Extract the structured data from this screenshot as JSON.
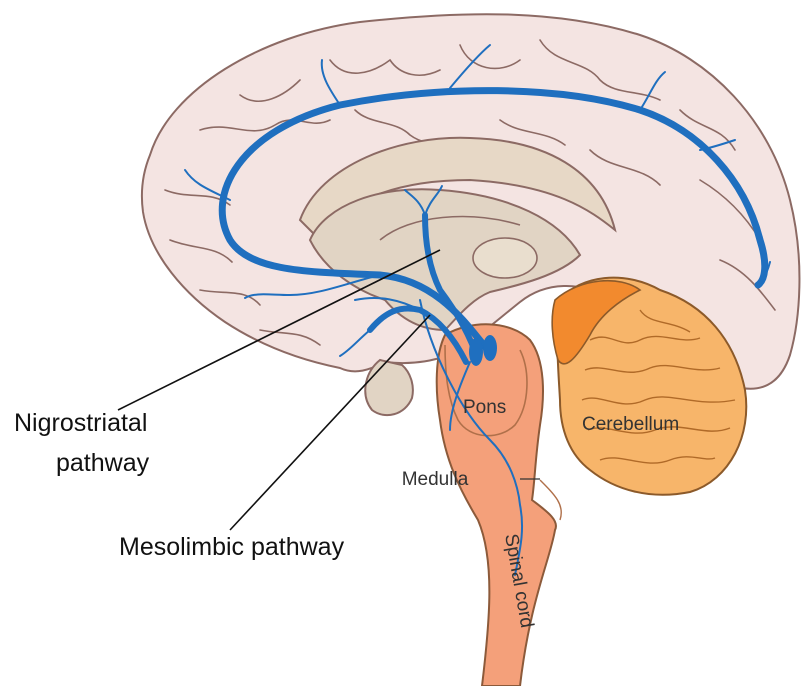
{
  "labels": {
    "pons": "Pons",
    "cerebellum": "Cerebellum",
    "medulla": "Medulla",
    "spinal_cord": "Spinal cord",
    "nigrostriatal_line1": "Nigrostriatal",
    "nigrostriatal_line2": "pathway",
    "mesolimbic": "Mesolimbic pathway"
  },
  "colors": {
    "cortex": "#f4e4e2",
    "cortex_outline": "#8c6a64",
    "inner": "#e1d4c4",
    "brainstem": "#f4a07a",
    "cerebellum": "#f7b56a",
    "cerebellum_dark": "#f28a2e",
    "pathway": "#1f6fbf"
  }
}
